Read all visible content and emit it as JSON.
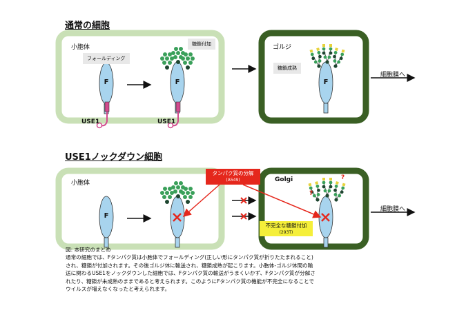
{
  "section_normal": {
    "title": "通常の細胞",
    "er_label": "小胞体",
    "golgi_label": "ゴルジ",
    "folding_label": "フォールディング",
    "glyco_add_label": "糖鎖付加",
    "glyco_mature_label": "糖鎖成熟",
    "use1_label_1": "USE1",
    "use1_label_2": "USE1",
    "membrane_label": "細胞膜へ",
    "protein_letter": "F"
  },
  "section_knockdown": {
    "title": "USE1ノックダウン細胞",
    "er_label": "小胞体",
    "golgi_label": "Golgi",
    "degradation_label": "タンパク質の分解",
    "degradation_cell": "(A549)",
    "incomplete_label": "不完全な糖鎖付加",
    "incomplete_cell": "(293T)",
    "membrane_label": "細胞膜へ",
    "question_mark": "?",
    "protein_letter": "F"
  },
  "caption": {
    "heading": "図: 本研究のまとめ",
    "lines": [
      "通常の細胞では、Fタンパク質は小胞体でフォールディング(正しい形にタンパク質が折りたたまれること)",
      "され、糖鎖が付加されます。その後ゴルジ体に輸送され、糖鎖成熟が起こります。小胞体-ゴルジ体間の輸",
      "送に関わるUSE1をノックダウンした細胞では、Fタンパク質の輸送がうまくいかず、Fタンパク質が分解さ",
      "れたり、糖鎖が未成熟のままであると考えられます。このようにFタンパク質の機能が不完全になることで",
      "ウイルスが増えなくなったと考えられます。"
    ]
  },
  "colors": {
    "er_border": "#c9e0b6",
    "golgi_border": "#3a5f24",
    "protein_fill": "#a8d4ee",
    "glycan_green": "#3aa05a",
    "glycan_dark": "#1e4630",
    "use1_pink": "#d24a8e",
    "alert_red": "#e5271c",
    "alert_yellow": "#f5ef3a"
  }
}
